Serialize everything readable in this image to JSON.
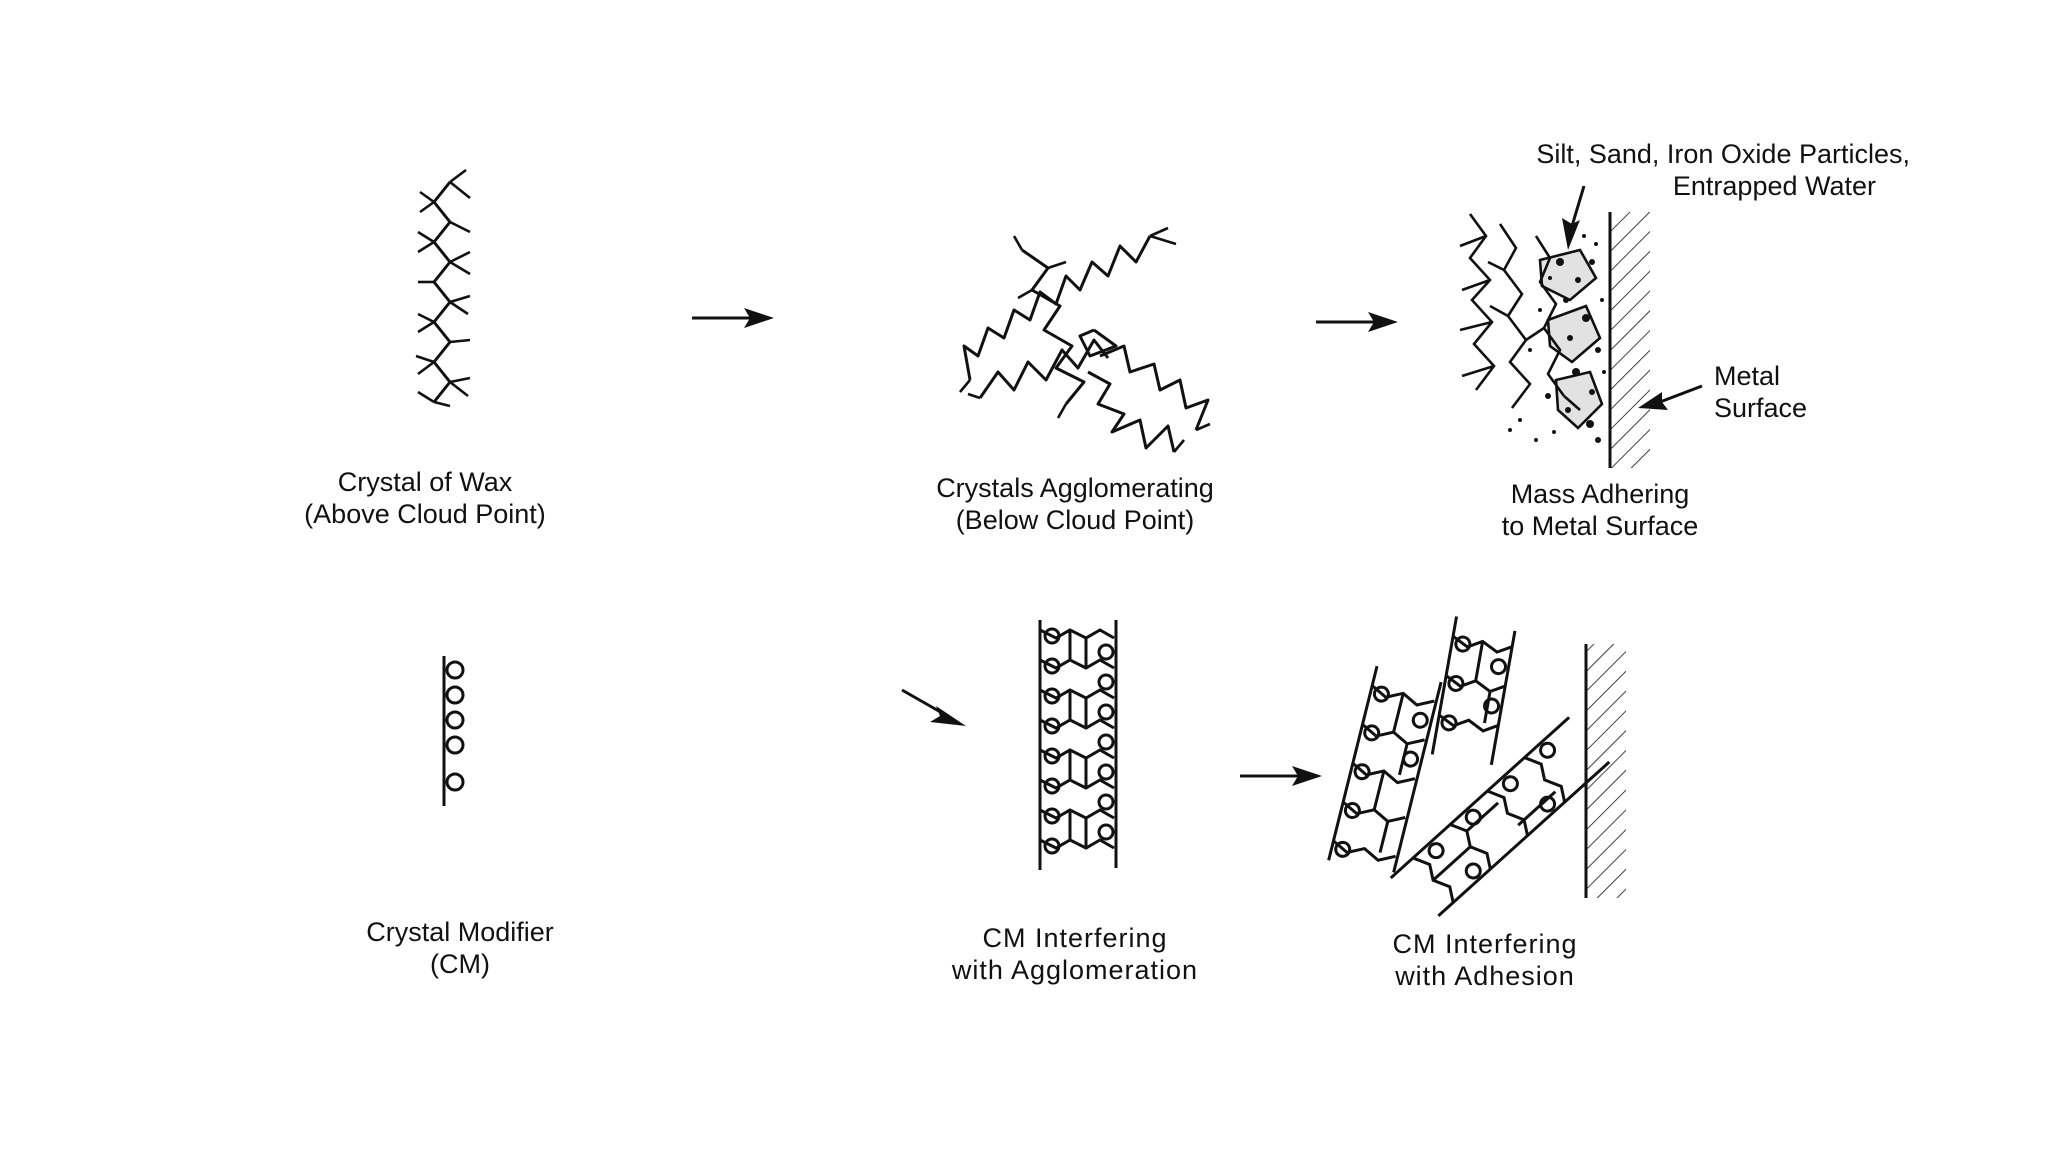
{
  "labels": {
    "wax_crystal": [
      "Crystal of Wax",
      "(Above Cloud Point)"
    ],
    "agglomerating": [
      "Crystals Agglomerating",
      "(Below Cloud Point)"
    ],
    "mass_adhering": [
      "Mass Adhering",
      "to Metal Surface"
    ],
    "particles": [
      "Silt, Sand, Iron Oxide Particles,",
      "Entrapped Water"
    ],
    "metal_surface": [
      "Metal",
      "Surface"
    ],
    "crystal_modifier": [
      "Crystal Modifier",
      "(CM)"
    ],
    "cm_agglomeration": [
      "CM Interfering",
      "with Agglomeration"
    ],
    "cm_adhesion": [
      "CM Interfering",
      "with Adhesion"
    ]
  },
  "colors": {
    "ink": "#111111",
    "paper": "#ffffff"
  }
}
